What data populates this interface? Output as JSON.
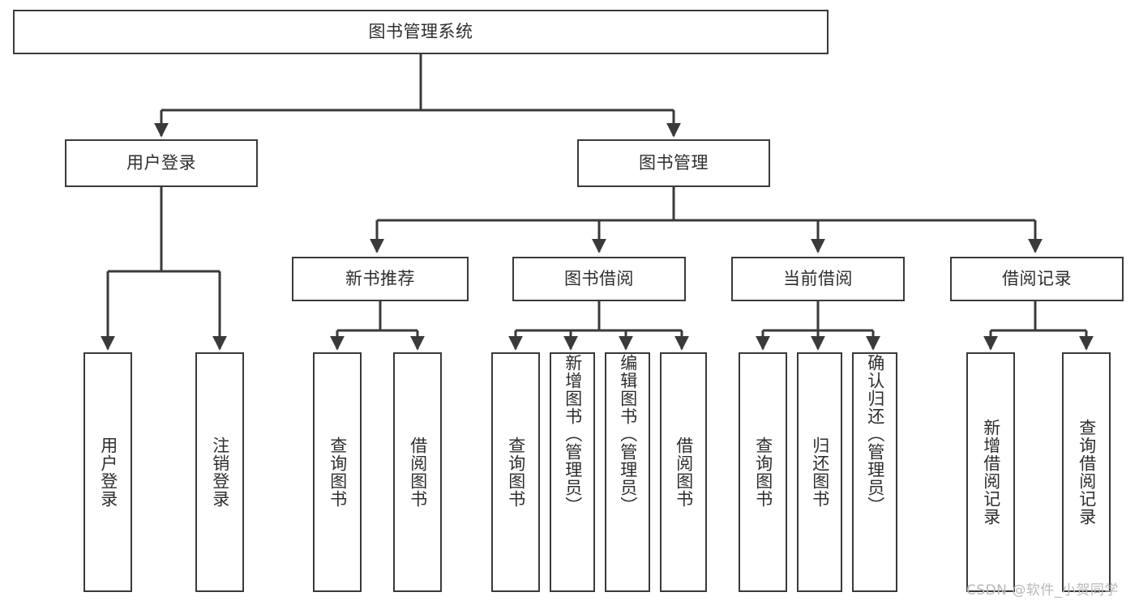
{
  "diagram": {
    "type": "tree",
    "title": "图书管理系统",
    "root": {
      "label": "图书管理系统"
    },
    "level1": [
      {
        "label": "用户登录"
      },
      {
        "label": "图书管理"
      }
    ],
    "level2": [
      {
        "label": "新书推荐"
      },
      {
        "label": "图书借阅"
      },
      {
        "label": "当前借阅"
      },
      {
        "label": "借阅记录"
      }
    ],
    "leaves": {
      "user_login": [
        {
          "label": "用户登录"
        },
        {
          "label": "注销登录"
        }
      ],
      "new_book_recommend": [
        {
          "label": "查询图书"
        },
        {
          "label": "借阅图书"
        }
      ],
      "book_borrow": [
        {
          "label": "查询图书"
        },
        {
          "label": "新增图书（管理员）"
        },
        {
          "label": "编辑图书（管理员）"
        },
        {
          "label": "借阅图书"
        }
      ],
      "current_borrow": [
        {
          "label": "查询图书"
        },
        {
          "label": "归还图书"
        },
        {
          "label": "确认归还（管理员）"
        }
      ],
      "borrow_record": [
        {
          "label": "新增借阅记录"
        },
        {
          "label": "查询借阅记录"
        }
      ]
    }
  },
  "watermark": {
    "text": "CSDN @软件_小贺同学"
  },
  "colors": {
    "border": "#3a3a3a",
    "text": "#2e2e2e",
    "background": "#ffffff",
    "watermark": "#b9b9b9"
  }
}
